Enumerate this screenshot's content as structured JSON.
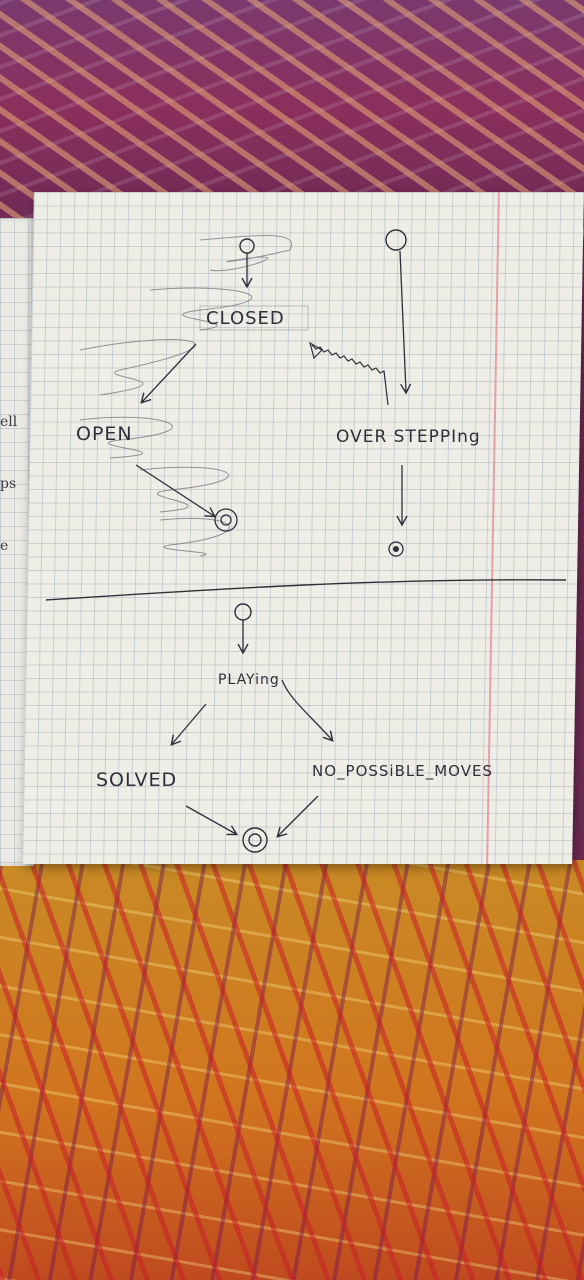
{
  "diagrams": [
    {
      "states": [
        "CLOSED",
        "OPEN",
        "OVER STEPPIng"
      ]
    },
    {
      "states": [
        "PLAYing",
        "SOLVED",
        "NO_POSSiBLE_MOVES"
      ]
    }
  ],
  "margin_text": [
    "ell",
    "ps",
    "e"
  ],
  "colors": {
    "ink": "#2f2f3a",
    "paper": "#eeede6",
    "grid": "#a7b3c0",
    "margin_line": "#e6a0a8"
  }
}
